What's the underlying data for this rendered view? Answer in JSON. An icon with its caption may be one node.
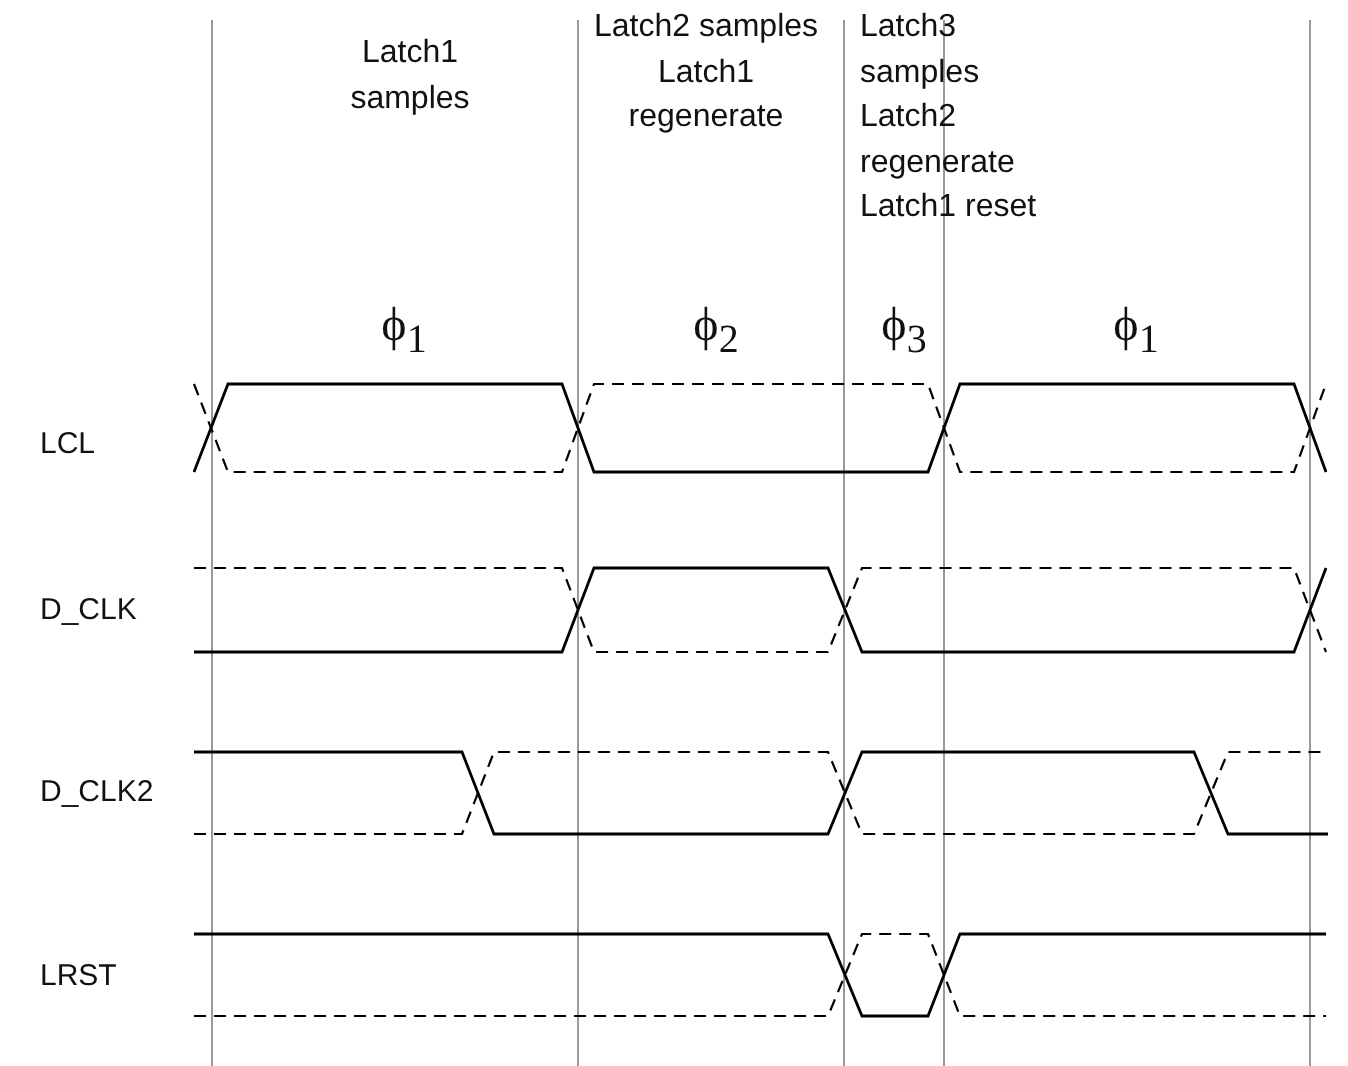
{
  "diagram": {
    "labels": [
      "Latch1 samples",
      "Latch2 samples Latch1 regenerate",
      "Latch3 samples Latch2 regenerate Latch1 reset",
      "ϕ$_{1}$",
      "ϕ$_{2}$",
      "ϕ$_{3}$",
      "ϕ$_{1}$",
      "LCL",
      "D_CLK",
      "D_CLK2",
      "LRST"
    ]
  }
}
